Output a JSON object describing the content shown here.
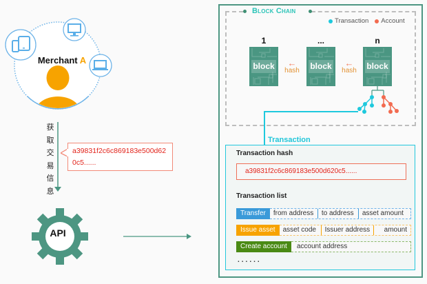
{
  "merchant": {
    "name": "Merchant",
    "name_accent": "A",
    "devices": [
      "tablet-phone-icon",
      "desktop-monitor-icon",
      "laptop-icon"
    ]
  },
  "fetch_label_chars": [
    "获",
    "取",
    "交",
    "易",
    "信",
    "息"
  ],
  "callout_hash": "a39831f2c6c869183e500d620c5......",
  "api": {
    "label": "API"
  },
  "blockchain": {
    "title": "Block Chain",
    "legend": [
      {
        "label": "Transaction",
        "color": "#1ec9dd"
      },
      {
        "label": "Account",
        "color": "#f26b50"
      }
    ],
    "blocks": [
      {
        "index": "1",
        "label": "block"
      },
      {
        "index": "...",
        "label": "block"
      },
      {
        "index": "n",
        "label": "block"
      }
    ],
    "links": [
      {
        "arrow": "←",
        "label": "hash"
      },
      {
        "arrow": "←",
        "label": "hash"
      }
    ]
  },
  "transaction": {
    "title": "Transaction",
    "hash_label": "Transaction hash",
    "hash_value": "a39831f2c6c869183e500d620c5......",
    "list_label": "Transaction list",
    "rows": [
      {
        "type": "Transfer",
        "color": "#3a9ad9",
        "fields": [
          "from address",
          "to address",
          "asset amount"
        ]
      },
      {
        "type": "Issue asset",
        "color": "#f7a300",
        "fields": [
          "asset code",
          "Issuer address",
          "amount"
        ]
      },
      {
        "type": "Create account",
        "color": "#4a8a14",
        "fields": [
          "account address"
        ]
      }
    ],
    "more": "......"
  },
  "colors": {
    "teal": "#4d9682",
    "cyan": "#21c7dc",
    "orange": "#f7a300",
    "red": "#e2231a",
    "blue": "#6db3e8"
  }
}
